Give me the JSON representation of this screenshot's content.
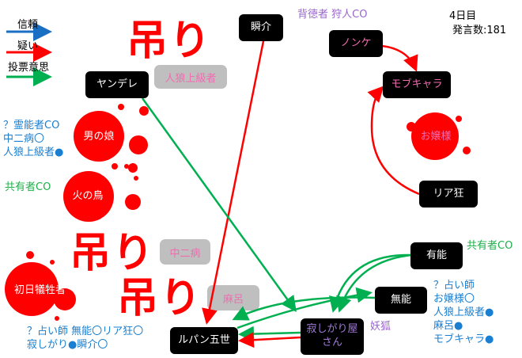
{
  "legend": {
    "trust": "信頼",
    "doubt": "疑い",
    "vote": "投票意思"
  },
  "status": {
    "day": "4日目",
    "message_count": "発言数:181"
  },
  "hang_label": "吊り",
  "hanged": [
    "人狼上級者",
    "中二病",
    "麻呂"
  ],
  "nodes": {
    "shunsuke": "瞬介",
    "yandere": "ヤンデレ",
    "nonke": "ノンケ",
    "mobchara": "モブキャラ",
    "otokonoko": "男の娘",
    "ojousama": "お嬢様",
    "hinotori": "火の鳥",
    "riakyou": "リア狂",
    "yuunou": "有能",
    "munou": "無能",
    "shonichi": "初日犠牲者",
    "lupin": "ルパン五世",
    "samishigari": "寂しがり屋さん"
  },
  "notes": {
    "shunsuke": "背徳者 狩人CO",
    "otokonoko": [
      "？霊能者CO",
      "中二病〇",
      "人狼上級者●"
    ],
    "hinotori": "共有者CO",
    "shonichi": [
      "？占い師 無能〇リア狂〇",
      "寂しがり●瞬介〇"
    ],
    "yuunou": "共有者CO",
    "munou": [
      "？占い師",
      "お嬢様〇",
      "人狼上級者●",
      "麻呂●",
      "モブキャラ●"
    ],
    "samishigari": "妖狐"
  },
  "colors": {
    "trust": "#1a6fc4",
    "doubt": "#ff0000",
    "vote": "#00b050",
    "blood": "#ff0000"
  }
}
